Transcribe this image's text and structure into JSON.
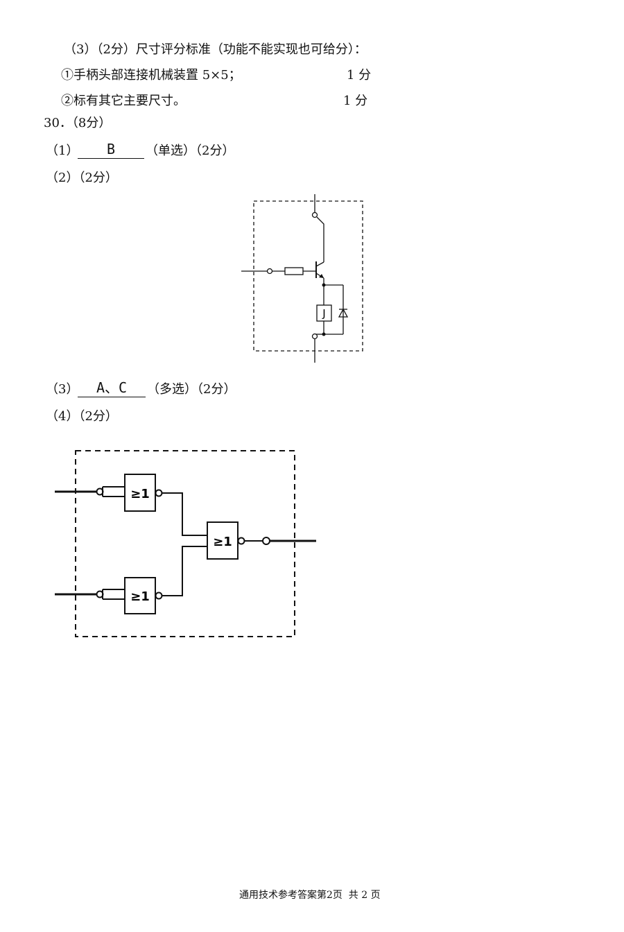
{
  "item3": {
    "heading": "（3）（2分）尺寸评分标准（功能不能实现也可给分）：",
    "criteria": [
      {
        "text": "①手柄头部连接机械装置 5×5；",
        "score": "1 分"
      },
      {
        "text": "②标有其它主要尺寸。",
        "score": "1 分"
      }
    ]
  },
  "q30": {
    "heading": "30．（8分）",
    "p1_prefix": "（1）",
    "p1_answer": "B",
    "p1_suffix": "（单选）（2分）",
    "p2": "（2）（2分）",
    "relay_label": "J",
    "p3_prefix": "（3）",
    "p3_answer": "A、C",
    "p3_suffix": "（多选）（2分）",
    "p4": "（4）（2分）",
    "gate_label": "≥1"
  },
  "footer": "通用技术参考答案第2页  共 2 页"
}
